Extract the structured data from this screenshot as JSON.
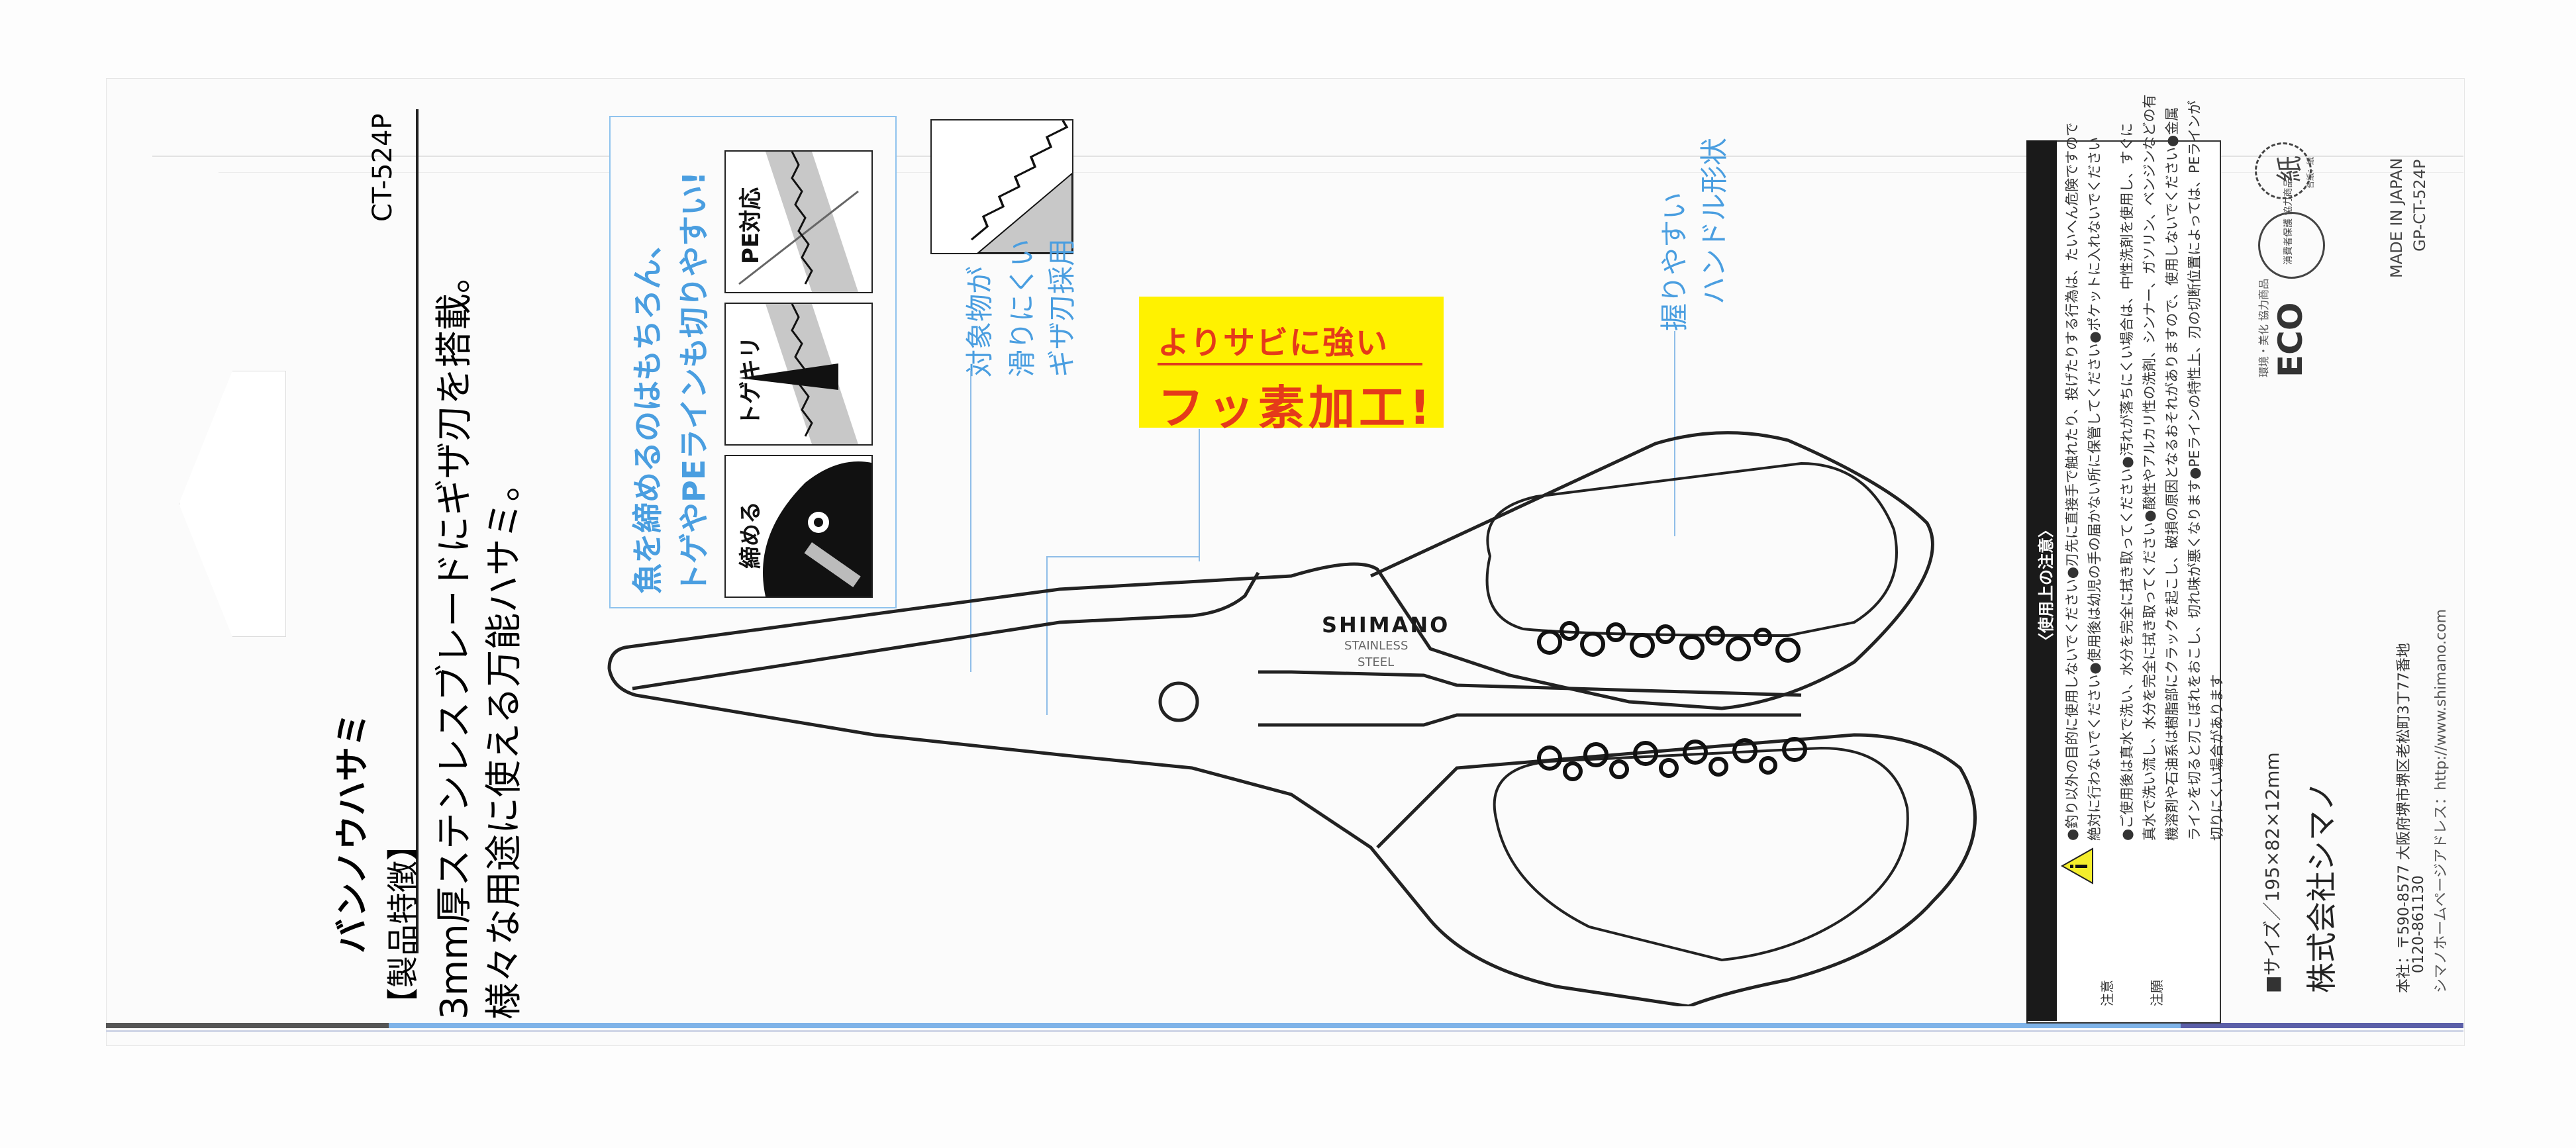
{
  "product": {
    "name": "バンノウハサミ",
    "model": "CT-524P",
    "features_heading": "【製品特徴】",
    "features_line1": "3mm厚ステンレスブレードにギザ刃を搭載。",
    "features_line2": "様々な用途に使える万能ハサミ。"
  },
  "feature_box": {
    "headline_line1": "魚を締めるのはもちろん、",
    "headline_line2": "トゲやPEラインも切りやすい!",
    "panels": [
      {
        "label": "締める",
        "icon": "fish-icon"
      },
      {
        "label": "トゲキリ",
        "icon": "spine-cut-icon"
      },
      {
        "label": "PE対応",
        "icon": "line-cut-icon"
      }
    ]
  },
  "serrated_callout": {
    "icon": "serrated-blade-icon",
    "line1": "対象物が",
    "line2": "滑りにくい",
    "line3": "ギザ刃採用"
  },
  "badge": {
    "line1": "よりサビに強い",
    "line2": "フッ素加工!",
    "bg_color": "#fff200",
    "text_color": "#e53a1a"
  },
  "handle_callout": {
    "line1": "握りやすい",
    "line2": "ハンドル形状"
  },
  "scissors": {
    "brand": "SHIMANO",
    "material_line1": "STAINLESS",
    "material_line2": "STEEL"
  },
  "caution": {
    "header": "〈使用上の注意〉",
    "warning_label": "注意",
    "warning_text": [
      "●釣り以外の目的に使用しないでください●刃先に直接手で触れたり、投げたりする行為は、たいへん危険ですので",
      "絶対に行わないでください●使用後は幼児の手の届かない所に保管してください●ポケットに入れないでください"
    ],
    "notice_label": "注願",
    "notice_text": [
      "●ご使用後は真水で洗い、水分を完全に拭き取ってください●汚れが落ちにくい場合は、中性洗剤を使用し、すぐに",
      "真水で洗い流し、水分を完全に拭き取ってください●酸性やアルカリ性の洗剤、シンナー、ガソリン、ベンジンなどの有",
      "機溶剤や石油系は樹脂部にクラックを起こし、破損の原因となるおそれがありますので、使用しないでください●金属",
      "ラインを切ると刃こぼれをおこし、切れ味が悪くなります●PEラインの特性上、刃の切断位置によっては、PEラインが",
      "切りにくい場合があります"
    ]
  },
  "size": "■サイズ／195×82×12mm",
  "company": {
    "name": "株式会社シマノ",
    "address": "本社：〒590-8577 大阪府堺市堺区老松町3丁77番地",
    "phone": "0120-861130",
    "homepage": "シマノホームページアドレス：http://www.shimano.com"
  },
  "marks": {
    "eco_label": "環境・美化 協力商品",
    "eco_logo": "ECO",
    "consumer_seal": "消費者保護 協力商品",
    "recycle_mark": "紙",
    "recycle_sub": "台紙：紙",
    "origin": "MADE IN JAPAN",
    "code": "GP-CT-524P"
  }
}
